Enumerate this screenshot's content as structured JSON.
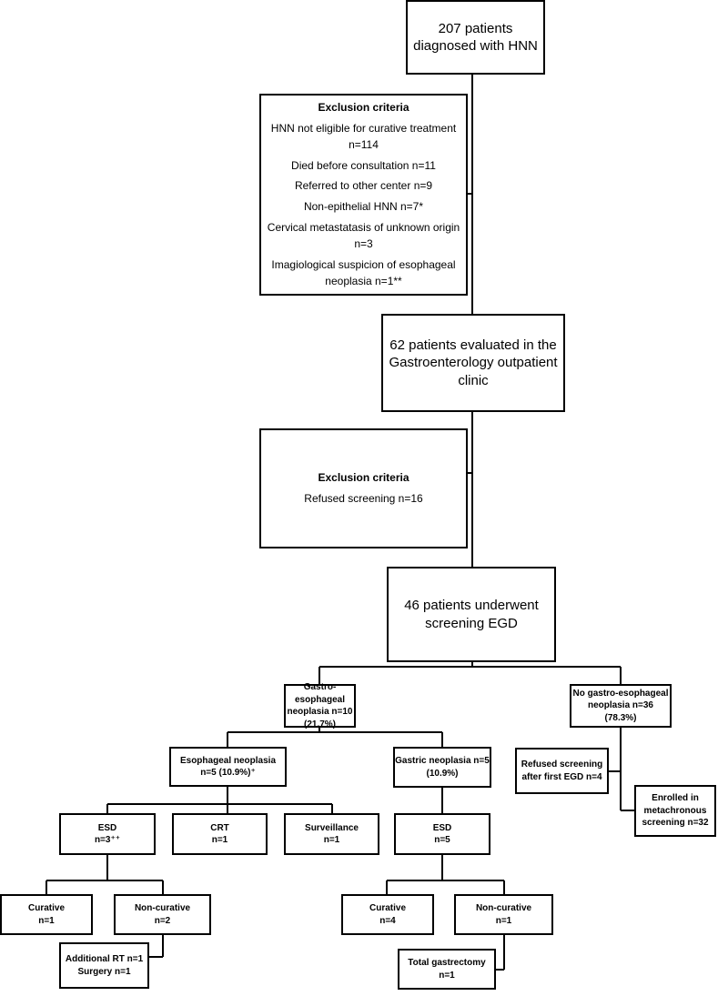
{
  "flow": {
    "total": {
      "line1": "207 patients",
      "line2": "diagnosed with HNN"
    },
    "exclusion1": {
      "title": "Exclusion criteria",
      "items": [
        "HNN not eligible for curative treatment",
        "n=114",
        "Died before consultation n=11",
        "Referred to other center n=9",
        "Non-epithelial HNN n=7*",
        "Cervical metastatasis of unknown origin",
        "n=3",
        "Imagiological suspicion of esophageal",
        "neoplasia n=1**"
      ]
    },
    "evaluated": {
      "line1": "62 patients evaluated in the",
      "line2": "Gastroenterology outpatient",
      "line3": "clinic"
    },
    "exclusion2": {
      "title": "Exclusion criteria",
      "item": "Refused screening n=16"
    },
    "screened": {
      "line1": "46 patients underwent",
      "line2": "screening EGD"
    },
    "neoplasia": {
      "line1": "Gastro-esophageal",
      "line2": "neoplasia n=10",
      "line3": "(21.7%)"
    },
    "no_neoplasia": {
      "line1": "No gastro-esophageal",
      "line2": "neoplasia n=36",
      "line3": "(78.3%)"
    },
    "esophageal": {
      "line1": "Esophageal neoplasia",
      "line2": "n=5 (10.9%)⁺"
    },
    "gastric": {
      "line1": "Gastric neoplasia n=5",
      "line2": "(10.9%)"
    },
    "refused_after": {
      "line1": "Refused screening",
      "line2": "after first EGD n=4"
    },
    "enrolled": {
      "line1": "Enrolled in",
      "line2": "metachronous",
      "line3": "screening n=32"
    },
    "eso_esd": {
      "line1": "ESD",
      "line2": "n=3⁺⁺"
    },
    "eso_crt": {
      "line1": "CRT",
      "line2": "n=1"
    },
    "eso_surv": {
      "line1": "Surveillance",
      "line2": "n=1"
    },
    "gas_esd": {
      "line1": "ESD",
      "line2": "n=5"
    },
    "eso_curative": {
      "line1": "Curative",
      "line2": "n=1"
    },
    "eso_noncurative": {
      "line1": "Non-curative",
      "line2": "n=2"
    },
    "gas_curative": {
      "line1": "Curative",
      "line2": "n=4"
    },
    "gas_noncurative": {
      "line1": "Non-curative",
      "line2": "n=1"
    },
    "eso_additional": {
      "line1": "Additional RT n=1",
      "line2": "Surgery n=1"
    },
    "gas_total": {
      "line1": "Total gastrectomy n=1"
    }
  }
}
